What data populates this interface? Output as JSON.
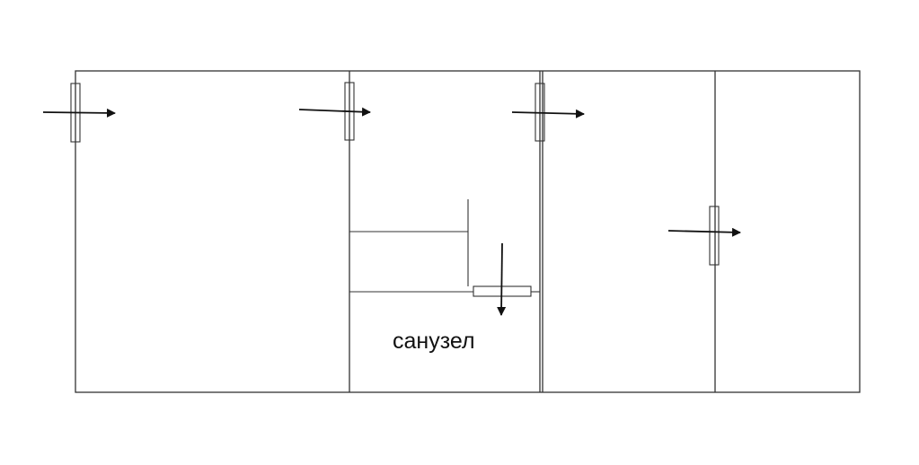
{
  "floor_plan": {
    "rooms": [
      {
        "id": "room-1",
        "label": ""
      },
      {
        "id": "room-2-bathroom",
        "label": "санузел"
      },
      {
        "id": "room-3",
        "label": ""
      },
      {
        "id": "room-4",
        "label": ""
      }
    ],
    "doors": [
      {
        "id": "door-1",
        "direction": "right",
        "icon": "arrow-right-icon"
      },
      {
        "id": "door-2",
        "direction": "right",
        "icon": "arrow-right-icon"
      },
      {
        "id": "door-3",
        "direction": "right",
        "icon": "arrow-right-icon"
      },
      {
        "id": "door-4",
        "direction": "right",
        "icon": "arrow-right-icon"
      },
      {
        "id": "door-bathroom",
        "direction": "down",
        "icon": "arrow-down-icon"
      }
    ],
    "colors": {
      "wall": "#333333",
      "arrow": "#111111",
      "background": "#ffffff"
    }
  }
}
